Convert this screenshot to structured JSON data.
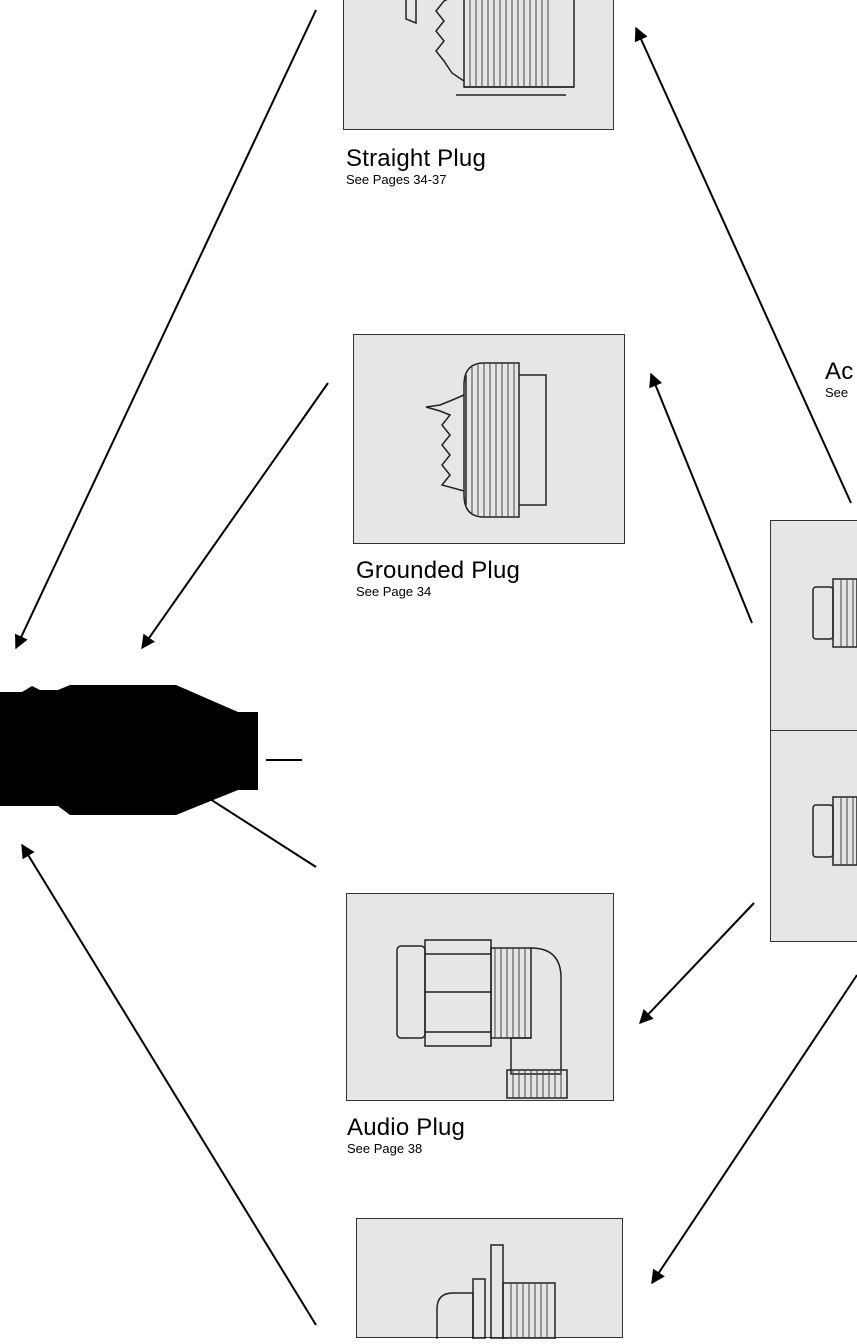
{
  "labels": {
    "straight": {
      "title": "Straight Plug",
      "ref": "See Pages 34-37"
    },
    "grounded": {
      "title": "Grounded Plug",
      "ref": "See Page 34"
    },
    "audio": {
      "title": "Audio Plug",
      "ref": "See Page 38"
    },
    "partial": {
      "title": "Ac",
      "ref": "See"
    }
  },
  "colors": {
    "panel": "#e6e6e6",
    "line": "#000000",
    "border": "#333333"
  }
}
